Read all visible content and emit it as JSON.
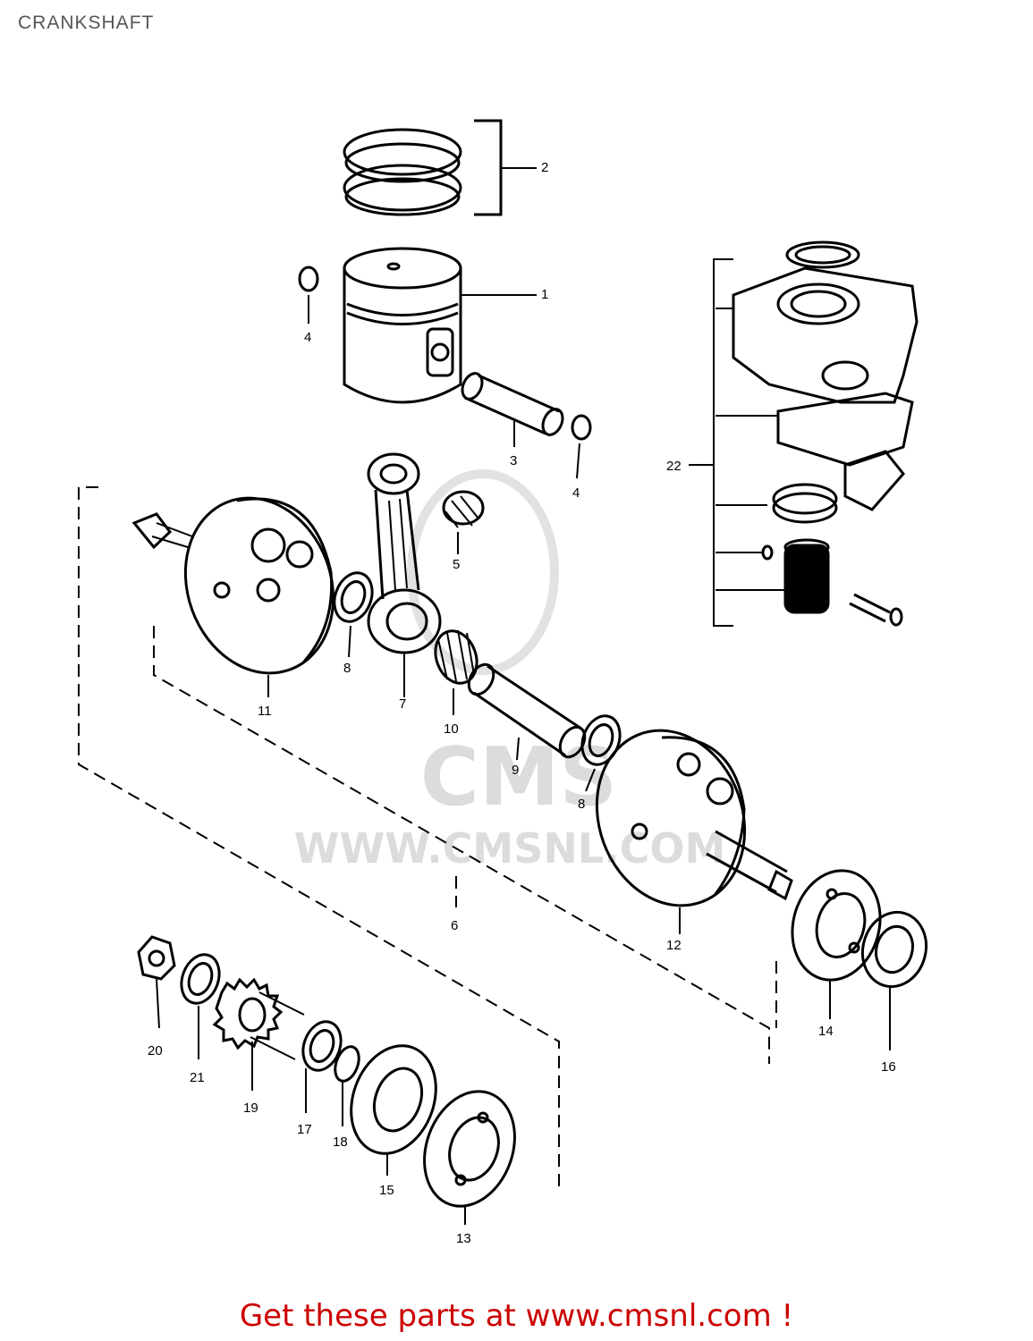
{
  "header": {
    "title": "CRANKSHAFT"
  },
  "watermark": {
    "site": "WWW.CMSNL.COM",
    "logo": "CMS"
  },
  "footer": {
    "cta": "Get these parts at www.cmsnl.com !"
  },
  "callouts": {
    "p1": "1",
    "p2": "2",
    "p3": "3",
    "p4a": "4",
    "p4b": "4",
    "p5": "5",
    "p6": "6",
    "p7": "7",
    "p8a": "8",
    "p8b": "8",
    "p9": "9",
    "p10": "10",
    "p11": "11",
    "p12": "12",
    "p13": "13",
    "p14": "14",
    "p15": "15",
    "p16": "16",
    "p17": "17",
    "p18": "18",
    "p19": "19",
    "p20": "20",
    "p21": "21",
    "p22": "22"
  },
  "colors": {
    "ink": "#000000",
    "watermark": "#dcdcdc",
    "cta": "#cc0000"
  }
}
